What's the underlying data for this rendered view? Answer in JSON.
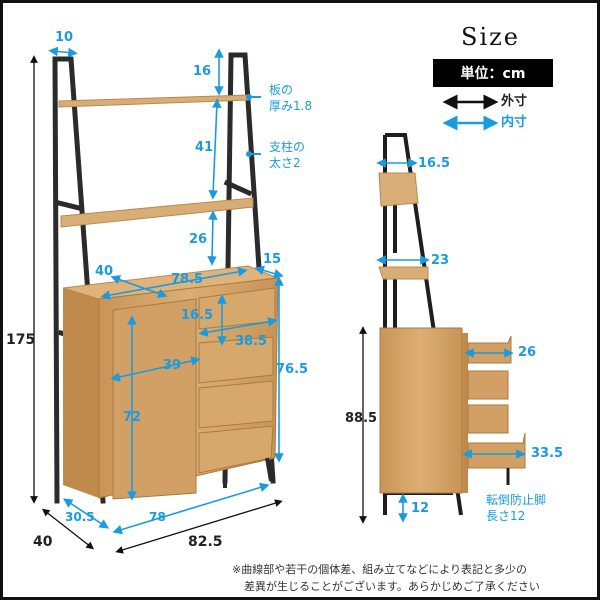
{
  "header": {
    "title": "Size",
    "unit_label": "単位：cm",
    "legend": [
      {
        "label": "外寸",
        "color": "#111111"
      },
      {
        "label": "内寸",
        "color": "#1a9be0"
      }
    ]
  },
  "colors": {
    "inner_dimension": "#1a9be0",
    "outer_dimension": "#111111",
    "frame": "#2b2b2b",
    "wood": "#d7a86e"
  },
  "front_view": {
    "outer": {
      "total_height": "175",
      "depth": "40",
      "width": "82.5"
    },
    "inner": {
      "top_frame_width": "10",
      "top_gap": "16",
      "middle_gap": "41",
      "lower_gap": "26",
      "cabinet_top_depth": "40",
      "cabinet_top_width": "78.5",
      "side_offset": "15",
      "drawer_height": "16.5",
      "drawer_width": "38.5",
      "cabinet_height": "76.5",
      "door_width": "39",
      "door_height": "72",
      "base_depth": "30.5",
      "base_width": "78"
    },
    "annotations": [
      {
        "line1": "板の",
        "line2": "厚み1.8"
      },
      {
        "line1": "支柱の",
        "line2": "太さ2"
      }
    ]
  },
  "side_view": {
    "outer": {
      "cabinet_height": "88.5"
    },
    "inner": {
      "top_shelf_depth": "16.5",
      "lower_shelf_depth": "23",
      "top_drawer_depth": "26",
      "bottom_drawer_depth": "33.5",
      "leg_height": "12"
    },
    "leg_note": {
      "line1": "転倒防止脚",
      "line2": "長さ12"
    }
  },
  "footer_note": {
    "line1": "※曲線部や若干の個体差、組み立てなどにより表記と多少の",
    "line2": "差異が生じることがございます。あらかじめご了承ください"
  }
}
